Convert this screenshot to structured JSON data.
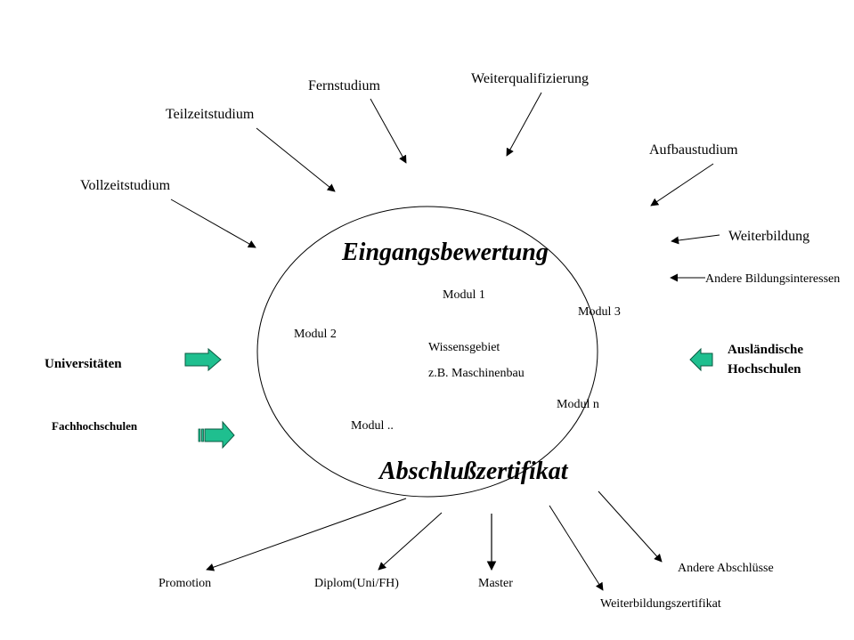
{
  "diagram": {
    "center": {
      "title_top": "Eingangsbewertung",
      "title_bottom": "Abschlußzertifikat",
      "modules": [
        "Modul 1",
        "Modul 2",
        "Modul 3",
        "Modul n",
        "Modul .."
      ],
      "field_label": "Wissensgebiet",
      "field_example": "z.B. Maschinenbau"
    },
    "inputs_top": [
      "Vollzeitstudium",
      "Teilzeitstudium",
      "Fernstudium",
      "Weiterqualifizierung",
      "Aufbaustudium",
      "Weiterbildung",
      "Andere Bildungsinteressen"
    ],
    "inputs_institutions": {
      "left": [
        "Universitäten",
        "Fachhochschulen"
      ],
      "right_line1": "Ausländische",
      "right_line2": "Hochschulen"
    },
    "outputs": [
      "Promotion",
      "Diplom(Uni/FH)",
      "Master",
      "Weiterbildungszertifikat",
      "Andere Abschlüsse"
    ],
    "colors": {
      "block_arrow_fill": "#1fbf8f",
      "block_arrow_stroke": "#0b5a42",
      "line": "#000000"
    }
  }
}
